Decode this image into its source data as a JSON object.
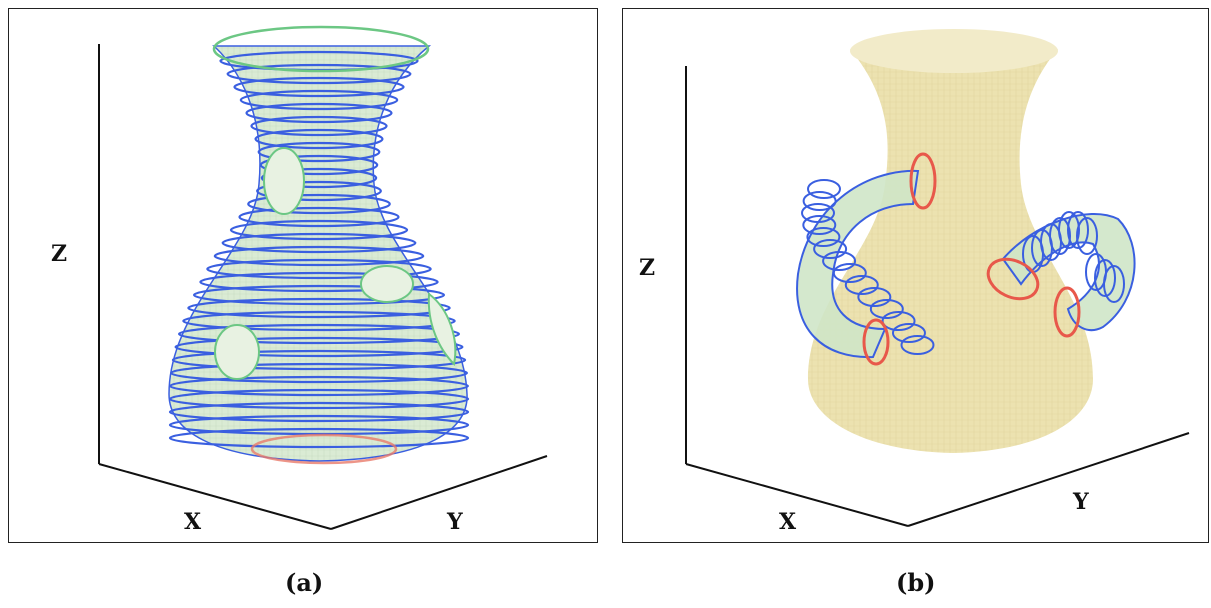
{
  "panels": [
    {
      "id": "a",
      "caption": "(a)",
      "axes": {
        "x": "X",
        "y": "Y",
        "z": "Z"
      },
      "colors": {
        "surface": "#cfe6c8",
        "rings": "#3a5fe0",
        "openings": "#6cc784",
        "base": "#e87a6a"
      }
    },
    {
      "id": "b",
      "caption": "(b)",
      "axes": {
        "x": "X",
        "y": "Y",
        "z": "Z"
      },
      "colors": {
        "surface": "#eadfa8",
        "handles": "#cfe6c8",
        "rings": "#3a5fe0",
        "attach": "#e8584a"
      }
    }
  ]
}
